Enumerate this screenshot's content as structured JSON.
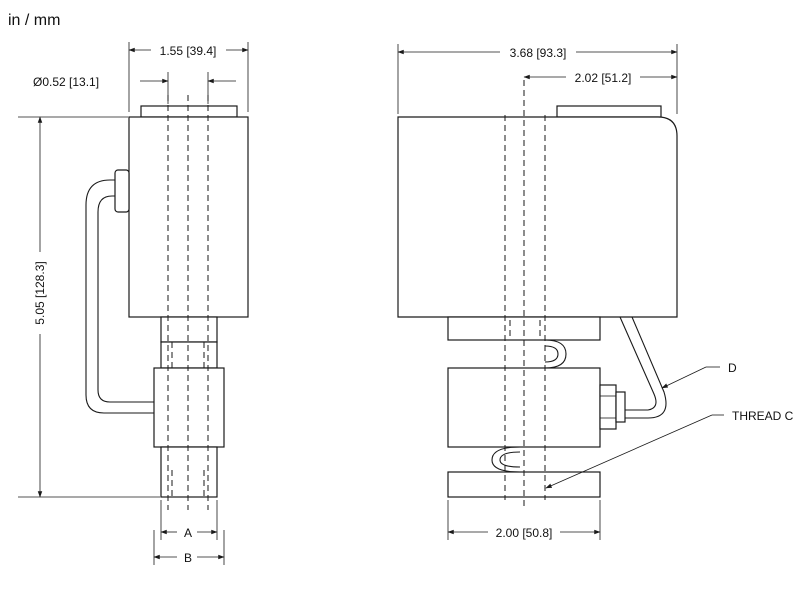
{
  "units_label": "in / mm",
  "front_view": {
    "dim_width": "1.55 [39.4]",
    "dim_bore": "Ø0.52 [13.1]",
    "dim_height": "5.05 [128.3]",
    "dim_a": "A",
    "dim_b": "B"
  },
  "side_view": {
    "dim_total_depth": "3.68 [93.3]",
    "dim_offset": "2.02 [51.2]",
    "dim_base": "2.00 [50.8]",
    "callout_d": "D",
    "callout_thread": "THREAD C"
  }
}
